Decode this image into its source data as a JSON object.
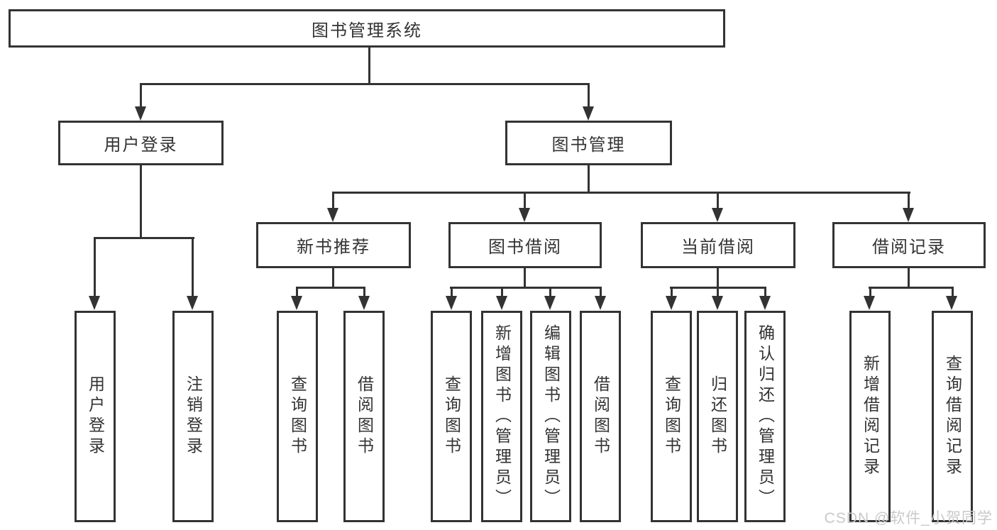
{
  "tree": {
    "root": "图书管理系统",
    "user_login": "用户登录",
    "book_mgmt": "图书管理",
    "new_books": "新书推荐",
    "book_borrow": "图书借阅",
    "current_borrow": "当前借阅",
    "borrow_records": "借阅记录",
    "user_login_children": [
      "用户登录",
      "注销登录"
    ],
    "new_books_children": [
      "查询图书",
      "借阅图书"
    ],
    "book_borrow_children": [
      "查询图书",
      "新增图书（管理员）",
      "编辑图书（管理员）",
      "借阅图书"
    ],
    "current_borrow_children": [
      "查询图书",
      "归还图书",
      "确认归还（管理员）"
    ],
    "borrow_records_children": [
      "新增借阅记录",
      "查询借阅记录"
    ]
  },
  "watermark": "CSDN @软件_小贺同学",
  "colors": {
    "line": "#333333",
    "text": "#333333",
    "watermark": "#c9c9c9",
    "background": "#ffffff"
  }
}
